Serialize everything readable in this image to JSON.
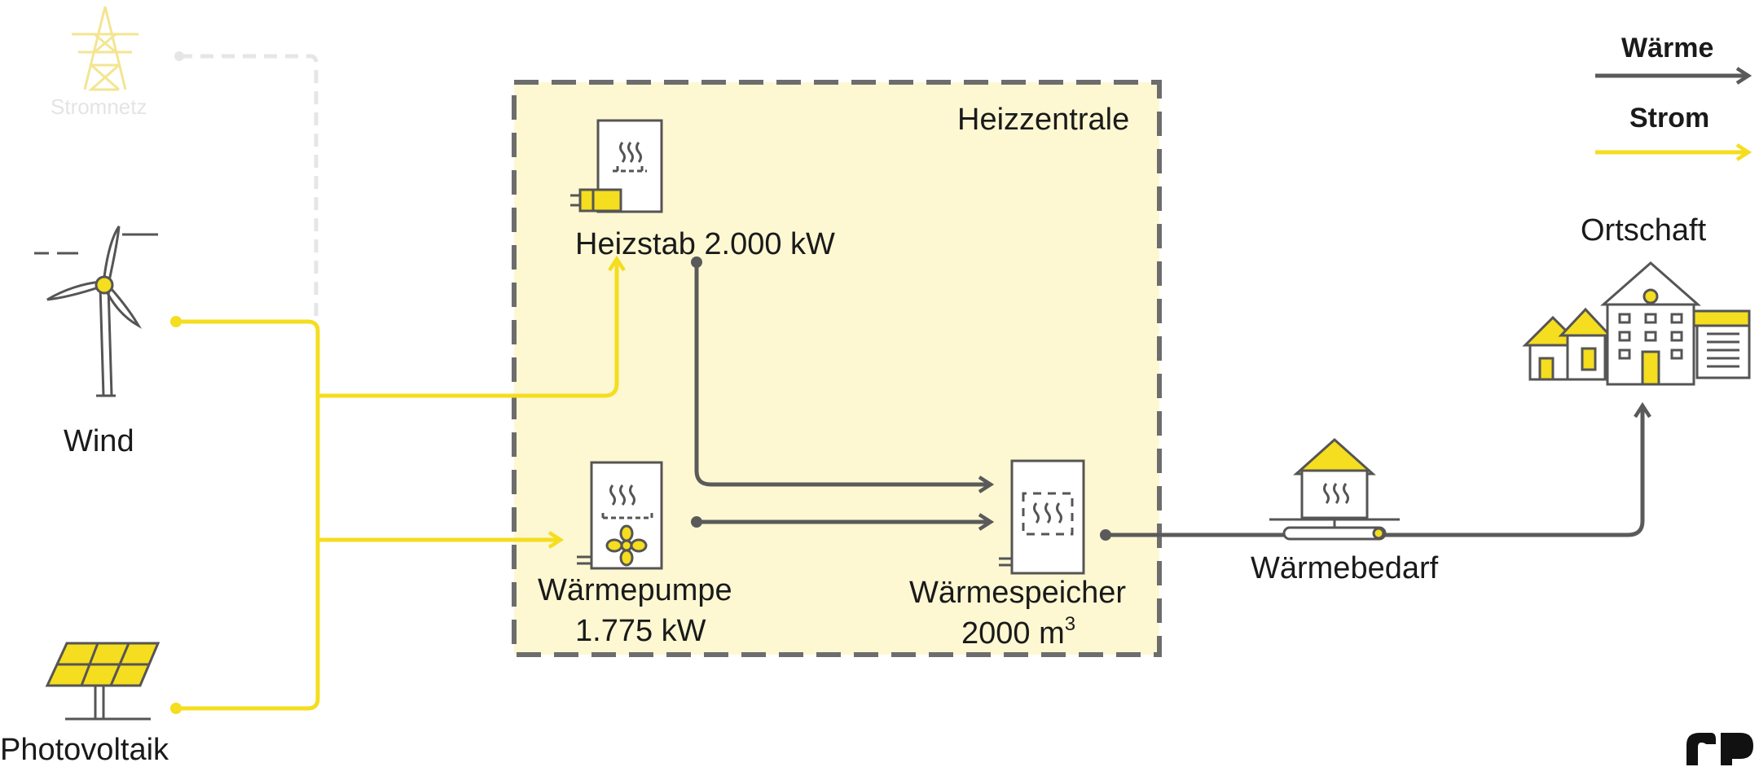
{
  "legend": {
    "heat": "Wärme",
    "power": "Strom"
  },
  "colors": {
    "heat": "#5a5a5a",
    "power": "#f5dd1f",
    "central_fill": "#fdf8d2",
    "central_border": "#6d6d6d",
    "grid_faint": "#e8e8e8"
  },
  "sources": {
    "grid": "Stromnetz",
    "wind": "Wind",
    "pv": "Photovoltaik"
  },
  "central": {
    "title": "Heizzentrale"
  },
  "components": {
    "heating_rod": "Heizstab 2.000 kW",
    "heat_pump_name": "Wärmepumpe",
    "heat_pump_power": "1.775 kW",
    "storage_name": "Wärmespeicher",
    "storage_volume": "2000 m",
    "storage_volume_exp": "3"
  },
  "consumers": {
    "demand": "Wärmebedarf",
    "village": "Ortschaft"
  },
  "icons": [
    "transmission-tower-icon",
    "wind-turbine-icon",
    "solar-panel-icon",
    "heating-rod-icon",
    "heat-pump-icon",
    "heat-storage-icon",
    "house-pipe-icon",
    "village-icon",
    "logo"
  ]
}
